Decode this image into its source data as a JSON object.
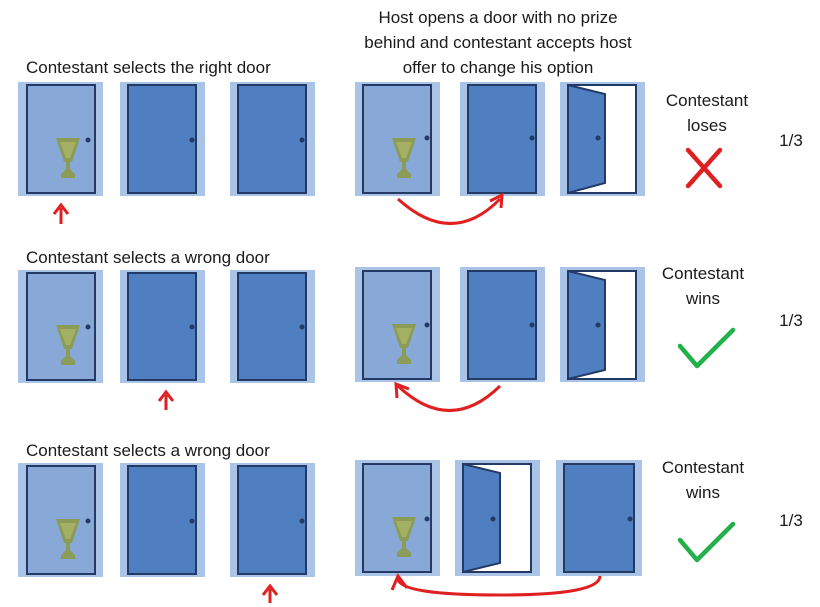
{
  "header": {
    "host_line1": "Host opens a door with no prize",
    "host_line2": "behind and contestant accepts host",
    "host_line3": "offer to change his option"
  },
  "scenarios": [
    {
      "caption": "Contestant selects the right door",
      "outcome_line1": "Contestant",
      "outcome_line2": "loses",
      "outcome_icon": "cross-icon",
      "probability": "1/3",
      "selected_door": 1,
      "opened_door_after": 3,
      "final_choice": 2
    },
    {
      "caption": "Contestant selects a wrong door",
      "outcome_line1": "Contestant",
      "outcome_line2": "wins",
      "outcome_icon": "check-icon",
      "probability": "1/3",
      "selected_door": 2,
      "opened_door_after": 3,
      "final_choice": 1
    },
    {
      "caption": "Contestant selects a wrong door",
      "outcome_line1": "Contestant",
      "outcome_line2": "wins",
      "outcome_icon": "check-icon",
      "probability": "1/3",
      "selected_door": 3,
      "opened_door_after": 2,
      "final_choice": 1
    }
  ],
  "colors": {
    "door_blue": "#4f7fc0",
    "door_light": "#88a9d8",
    "door_frame": "#a9c4e6",
    "door_outline": "#243a66",
    "prize_green": "#8b9a49",
    "arrow_red": "#e02020",
    "check_green": "#22b04a"
  }
}
